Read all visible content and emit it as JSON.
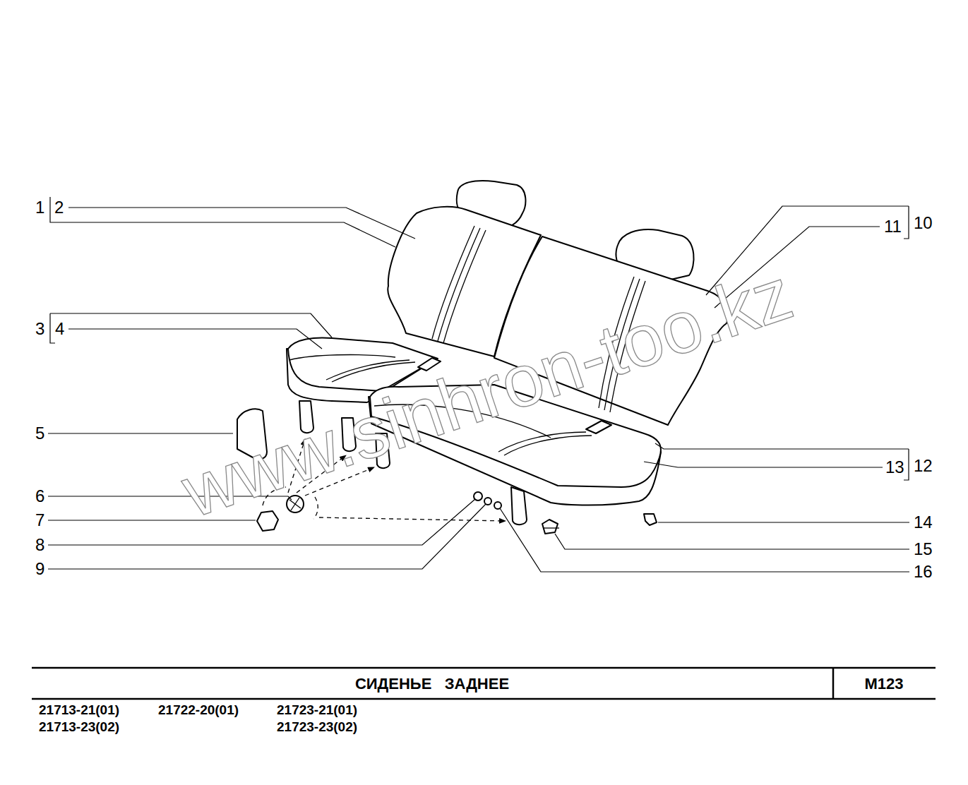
{
  "diagram": {
    "title": "СИДЕНЬЕ   ЗАДНЕЕ",
    "labels": [
      "1",
      "2",
      "3",
      "4",
      "5",
      "6",
      "7",
      "8",
      "9",
      "10",
      "11",
      "12",
      "13",
      "14",
      "15",
      "16",
      "М123",
      "21713-21(01)",
      "21722-20(01)",
      "21723-21(01)",
      "21713-23(02)",
      "21723-23(02)",
      "www.sinhron-too.kz"
    ]
  }
}
